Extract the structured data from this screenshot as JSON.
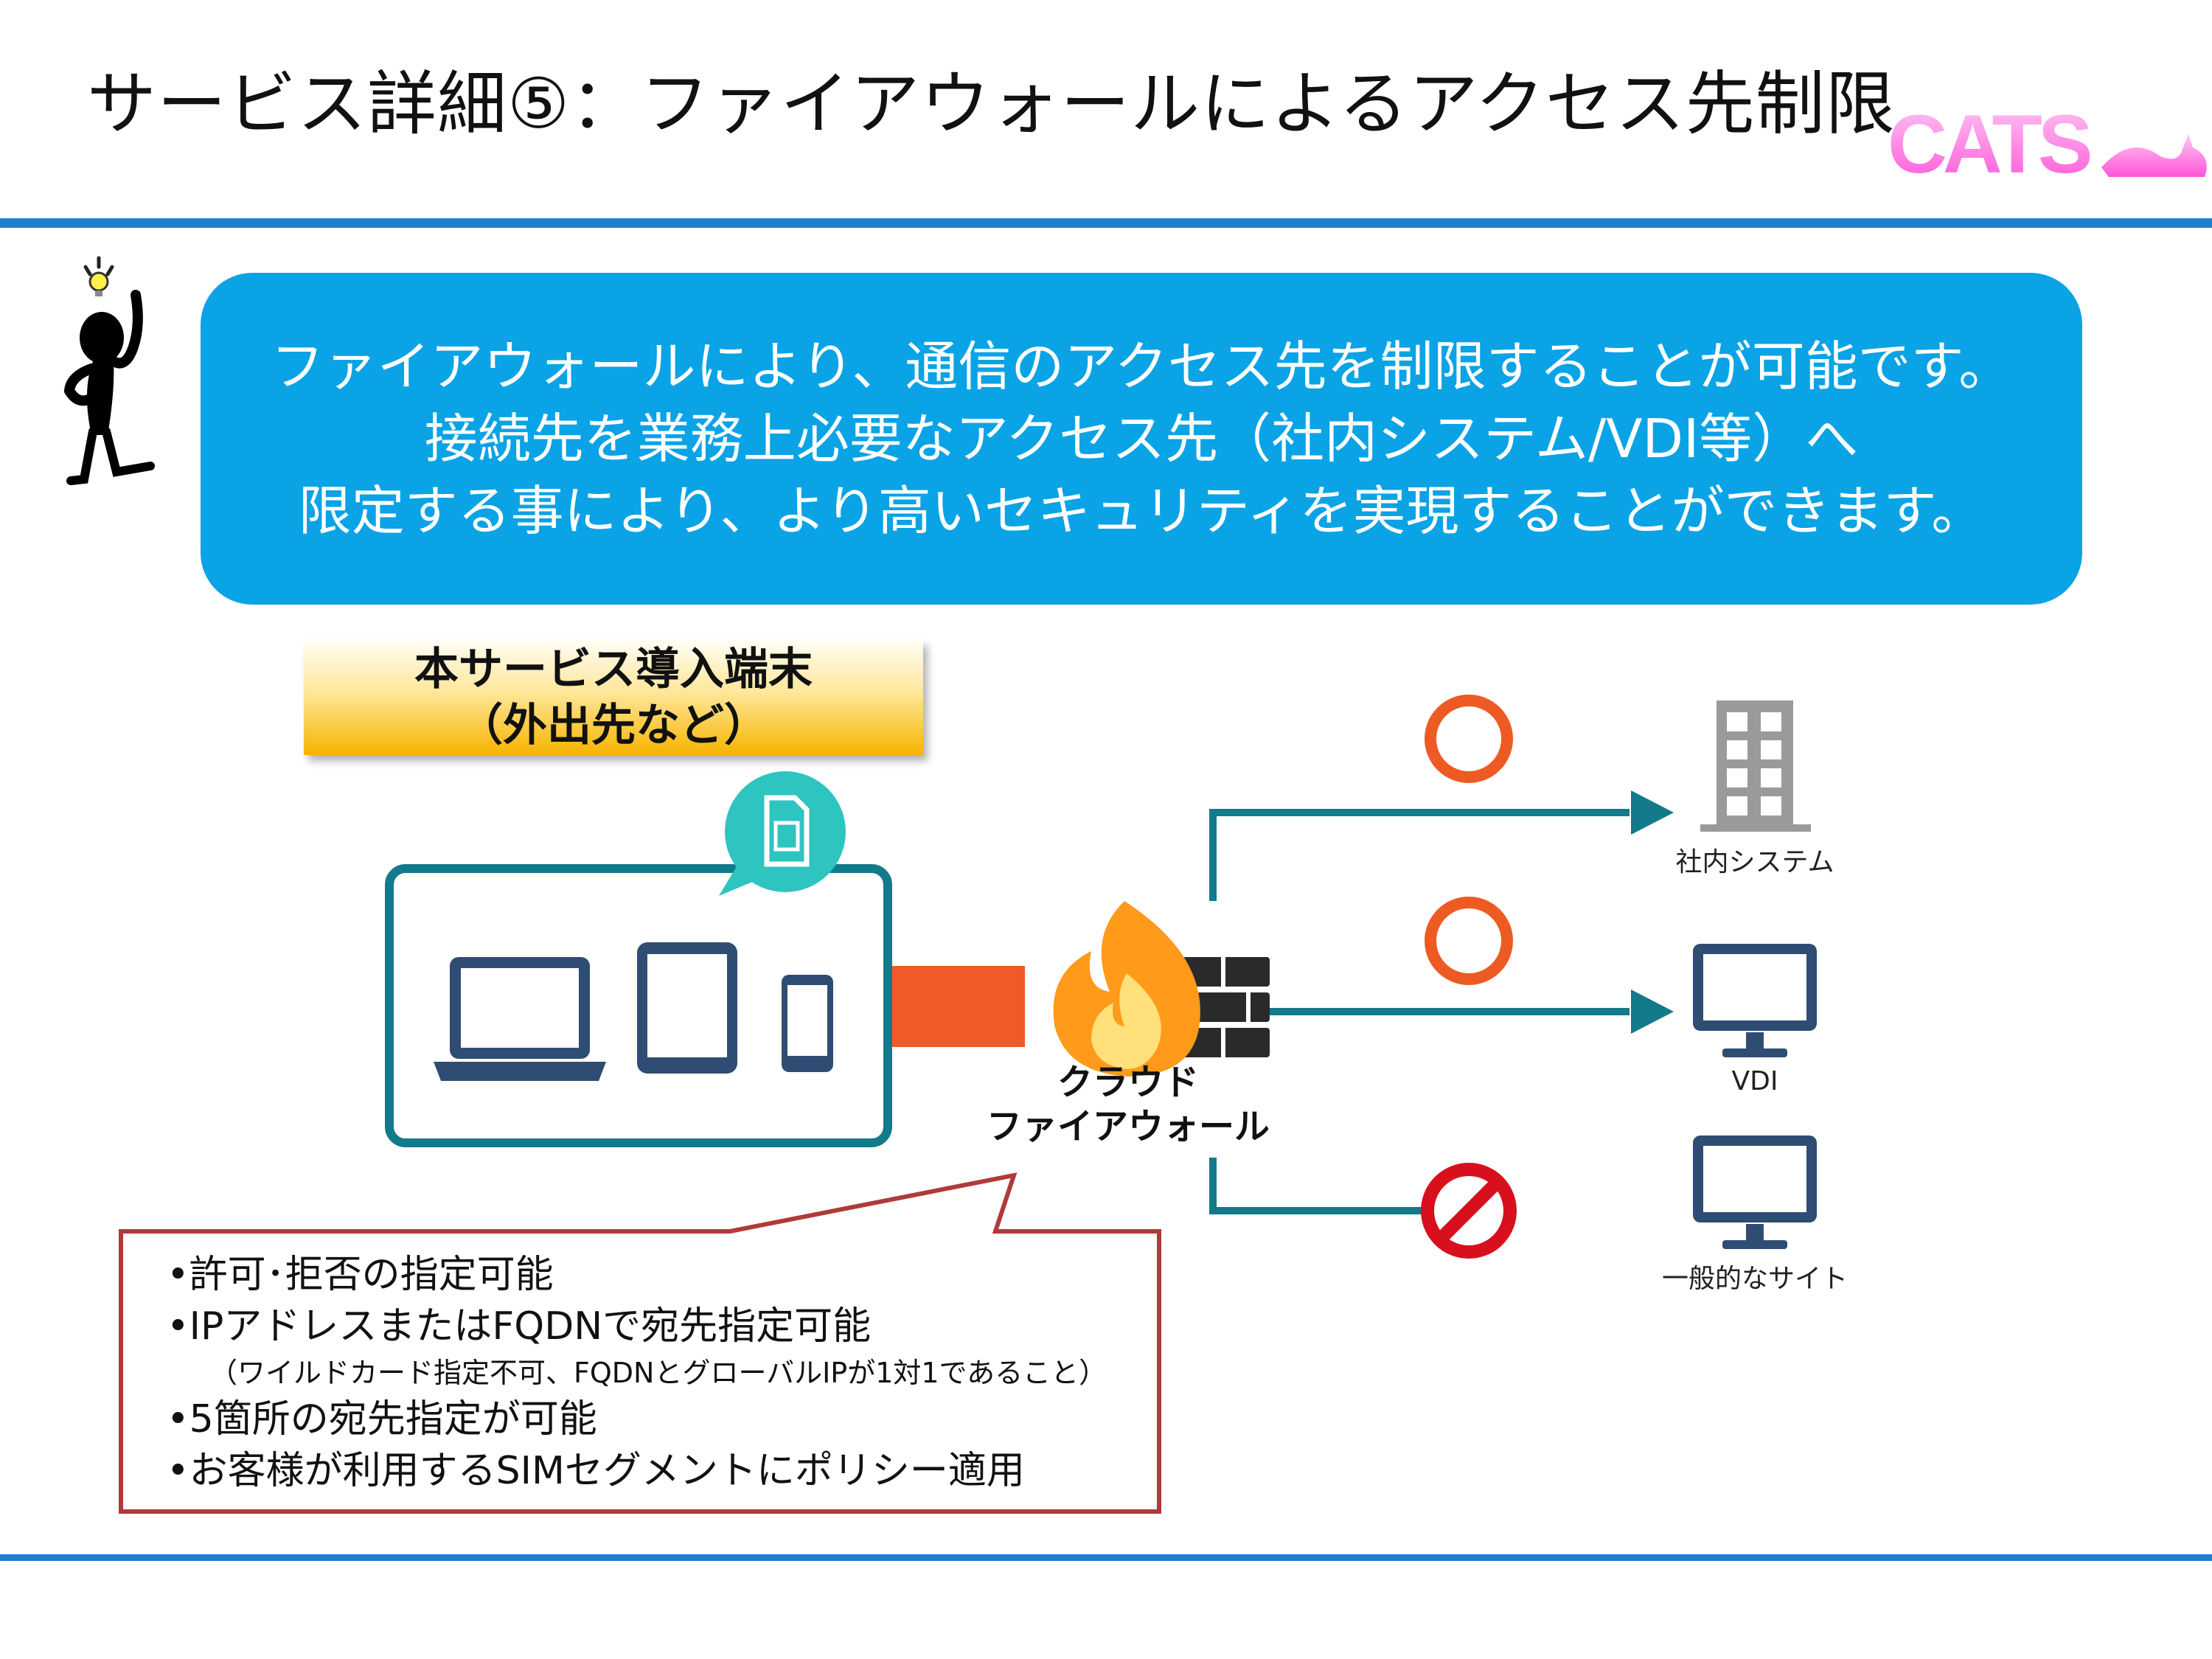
{
  "header": {
    "title": "サービス詳細⑤：ファイアウォールによるアクセス先制限",
    "logo_text": "CATS"
  },
  "callout": {
    "lines": [
      "ファイアウォールにより、通信のアクセス先を制限することが可能です。",
      "接続先を業務上必要なアクセス先（社内システム/VDI等）へ",
      "限定する事により、より高いセキュリティを実現することができます。"
    ]
  },
  "device_label": {
    "line1": "本サービス導入端末",
    "line2": "（外出先など）"
  },
  "firewall_label": {
    "line1": "クラウド",
    "line2": "ファイアウォール"
  },
  "destinations": [
    {
      "label": "社内システム",
      "status": "allow",
      "icon": "building-icon"
    },
    {
      "label": "VDI",
      "status": "allow",
      "icon": "monitor-icon"
    },
    {
      "label": "一般的なサイト",
      "status": "deny",
      "icon": "monitor-icon"
    }
  ],
  "notes": {
    "items": [
      "•許可･拒否の指定可能",
      "•IPアドレスまたはFQDNで宛先指定可能",
      "•5箇所の宛先指定が可能",
      "•お客様が利用するSIMセグメントにポリシー適用"
    ],
    "sub": "（ワイルドカード指定不可、FQDNとグローバルIPが1対1であること）"
  },
  "colors": {
    "rule_blue": "#1e7fd0",
    "callout_blue": "#0aa3e6",
    "teal": "#127a8a",
    "orange": "#f05a28",
    "allow_ring": "#ee5a24",
    "deny_red": "#d8101d",
    "note_border": "#b03a3a",
    "logo_pink": "#ff7de0"
  }
}
